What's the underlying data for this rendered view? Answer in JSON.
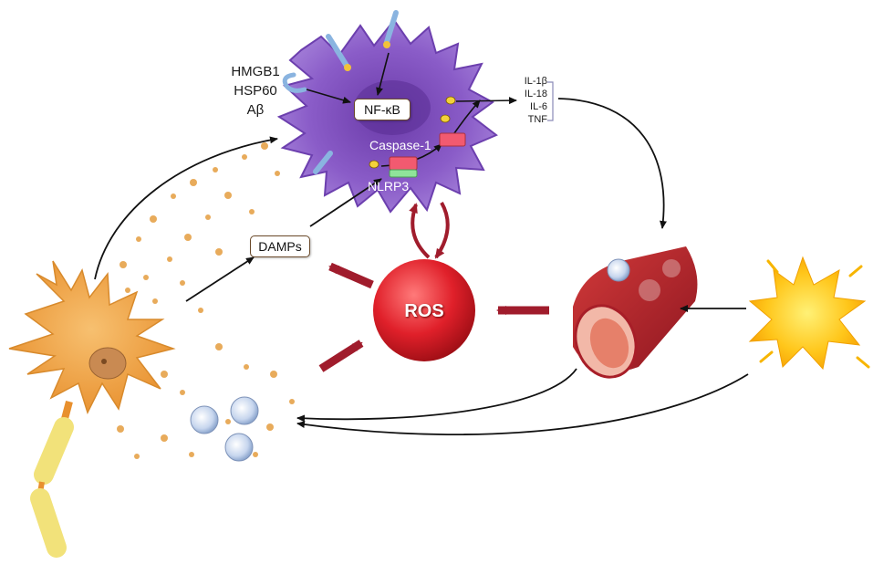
{
  "microglia": {
    "ligands": [
      "HMGB1",
      "HSP60",
      "Aβ"
    ],
    "nfkb_label": "NF-κB",
    "caspase_label": "Caspase-1",
    "nlrp3_label": "NLRP3"
  },
  "cytokines": [
    "IL-1β",
    "IL-18",
    "IL-6",
    "TNF"
  ],
  "damps_label": "DAMPs",
  "ros_label": "ROS",
  "colors": {
    "microglia": "#8a5cc8",
    "neuron": "#f0a848",
    "axon": "#f2e27a",
    "ros": "#e0202a",
    "thick_arrow": "#a01c2c",
    "vessel": "#b81f2a",
    "stress_burst": "#ffc61a",
    "caspase_box": "#f25a70",
    "nlrp3_box": "#8fe39a"
  }
}
